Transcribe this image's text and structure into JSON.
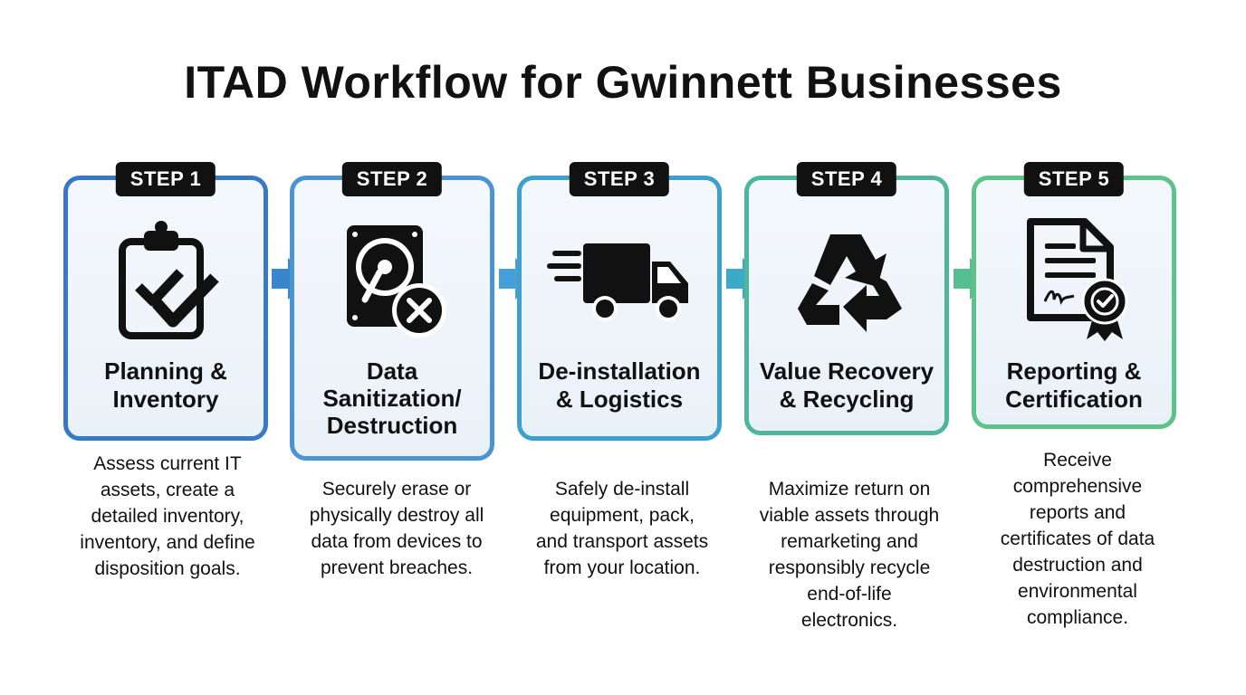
{
  "title": "ITAD Workflow for Gwinnett Businesses",
  "colors": {
    "step1": "#3779c4",
    "step2": "#4a94d4",
    "step3": "#3ea1cd",
    "step4": "#4fb59b",
    "step5": "#5cc488"
  },
  "steps": [
    {
      "badge": "STEP 1",
      "icon": "clipboard-check-icon",
      "title_lines": [
        "Planning &",
        "Inventory"
      ],
      "desc_lines": [
        "Assess current IT",
        "assets, create a",
        "detailed inventory,",
        "inventory, and define",
        "disposition goals."
      ]
    },
    {
      "badge": "STEP 2",
      "icon": "hard-drive-x-icon",
      "title_lines": [
        "Data",
        "Sanitization/",
        "Destruction"
      ],
      "desc_lines": [
        "Securely erase or",
        "physically destroy all",
        "data from devices to",
        "prevent breaches."
      ]
    },
    {
      "badge": "STEP 3",
      "icon": "delivery-truck-icon",
      "title_lines": [
        "De-installation",
        "& Logistics"
      ],
      "desc_lines": [
        "Safely de-install",
        "equipment, pack,",
        "and transport assets",
        "from your location."
      ]
    },
    {
      "badge": "STEP 4",
      "icon": "recycle-icon",
      "title_lines": [
        "Value Recovery",
        "& Recycling"
      ],
      "desc_lines": [
        "Maximize return on",
        "viable assets through",
        "remarketing and",
        "responsibly recycle",
        "end-of-life",
        "electronics."
      ]
    },
    {
      "badge": "STEP 5",
      "icon": "certificate-document-icon",
      "title_lines": [
        "Reporting &",
        "Certification"
      ],
      "desc_lines": [
        "Receive",
        "comprehensive",
        "reports and",
        "certificates of data",
        "destruction and",
        "environmental",
        "compliance."
      ]
    }
  ]
}
